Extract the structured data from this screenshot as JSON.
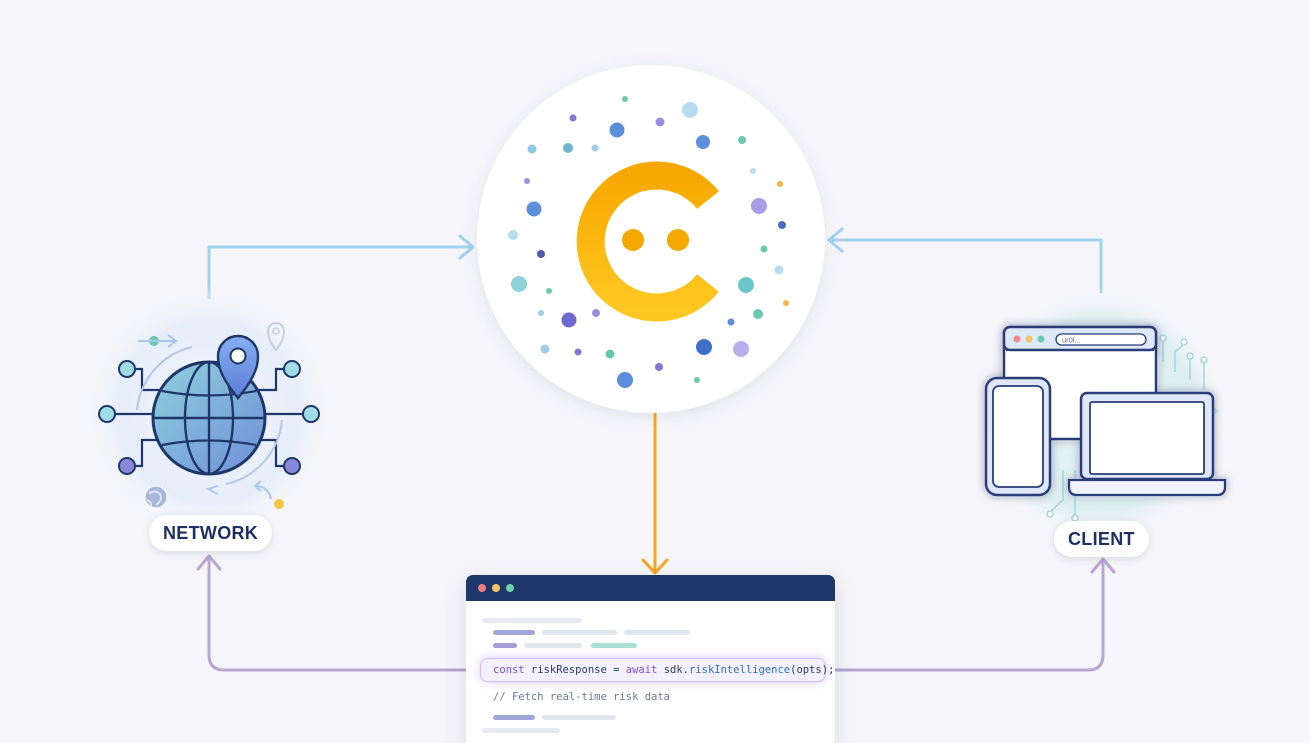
{
  "nodes": {
    "network": {
      "label": "NETWORK"
    },
    "client": {
      "label": "CLIENT",
      "browser_url": "ur0l..."
    }
  },
  "code_snippet": {
    "kw_const": "const",
    "var_name": " riskResponse = ",
    "kw_await": "await",
    "obj": " sdk.",
    "fn_name": "riskIntelligence",
    "args": "(opts);",
    "comment": "// Fetch real-time risk data"
  },
  "colors": {
    "brand_orange": "#f7a800",
    "brand_yellow": "#ffc21a",
    "inbound_arrow": "#9fd3ec",
    "outbound_arrow_orange": "#f5a623",
    "return_arrow": "#b7a6d2",
    "code_titlebar": "#1f3768"
  },
  "icons": {
    "center": "smiley-c-logo-icon",
    "network": "globe-network-icon",
    "client": "devices-icon"
  }
}
